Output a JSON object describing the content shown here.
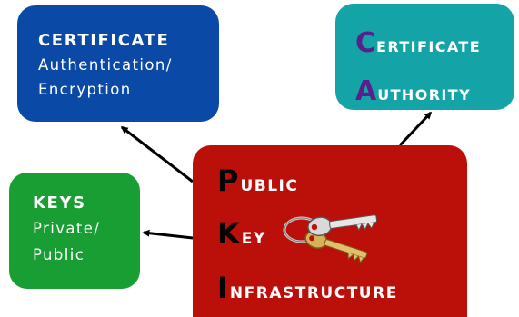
{
  "certificate_box": {
    "title": "CERTIFICATE",
    "line1": "Authentication/",
    "line2": "Encryption"
  },
  "ca_box": {
    "row1": {
      "initial": "C",
      "rest": "ERTIFICATE"
    },
    "row2": {
      "initial": "A",
      "rest": "UTHORITY"
    }
  },
  "keys_box": {
    "title": "KEYS",
    "line1": "Private/",
    "line2": "Public"
  },
  "pki_box": {
    "row1": {
      "initial": "P",
      "rest": "UBLIC"
    },
    "row2": {
      "initial": "K",
      "rest": "EY"
    },
    "row3": {
      "initial": "I",
      "rest": "NFRASTRUCTURE"
    },
    "icon": "keys-icon"
  },
  "colors": {
    "certificate": "#0a4aa6",
    "ca": "#14a3a6",
    "keys": "#189e33",
    "pki": "#bb1009",
    "ca_initials": "#5b1f8c",
    "pki_initials": "#050505"
  }
}
